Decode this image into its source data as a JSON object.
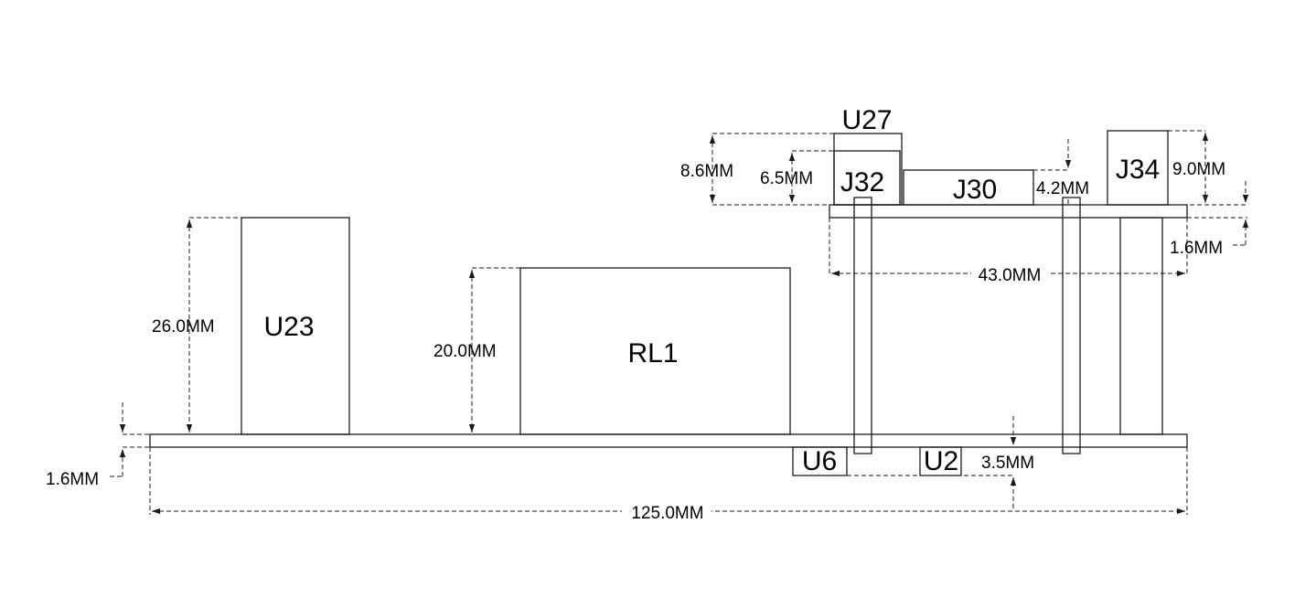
{
  "components": {
    "u23": "U23",
    "rl1": "RL1",
    "u27": "U27",
    "j32": "J32",
    "j30": "J30",
    "j34": "J34",
    "u6": "U6",
    "u2": "U2"
  },
  "dimensions": {
    "u23_height": "26.0MM",
    "rl1_height": "20.0MM",
    "u27_height": "8.6MM",
    "j32_height": "6.5MM",
    "j30_height": "4.2MM",
    "j34_height": "9.0MM",
    "upper_board_thickness": "1.6MM",
    "upper_board_width": "43.0MM",
    "main_board_thickness": "1.6MM",
    "bottom_component_height": "3.5MM",
    "main_board_width": "125.0MM"
  },
  "colors": {
    "line": "#1a1a1a",
    "background": "#ffffff"
  }
}
